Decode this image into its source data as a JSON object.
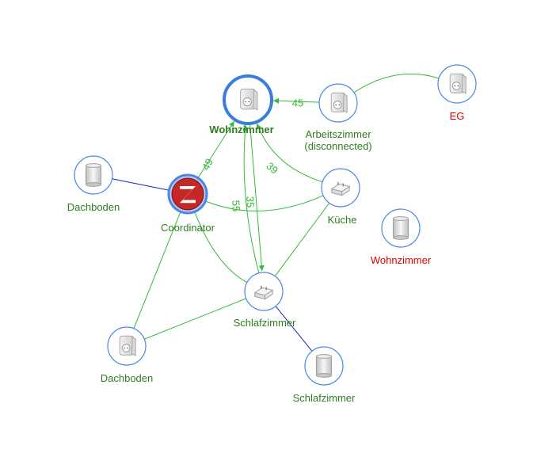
{
  "colors": {
    "online_label": "#2e7d1f",
    "offline_label": "#dd0000",
    "mesh_link": "#33bb33",
    "direct_link": "#1a22cc",
    "node_ring": "#4a86e8",
    "selected_ring": "#3b7ddd",
    "coordinator_badge": "#c62828"
  },
  "nodes": [
    {
      "id": "wohnzimmer-plug",
      "label": "Wohnzimmer",
      "label2": "",
      "icon": "smart-plug-icon",
      "status": "online",
      "selected": true
    },
    {
      "id": "arbeitszimmer-plug",
      "label": "Arbeitszimmer",
      "label2": "(disconnected)",
      "icon": "smart-plug-icon",
      "status": "online"
    },
    {
      "id": "eg-plug",
      "label": "EG",
      "label2": "",
      "icon": "smart-plug-icon",
      "status": "offline"
    },
    {
      "id": "dachboden-sensor",
      "label": "Dachboden",
      "label2": "",
      "icon": "motion-sensor-icon",
      "status": "online"
    },
    {
      "id": "coordinator",
      "label": "Coordinator",
      "label2": "",
      "icon": "zigbee-logo-icon",
      "status": "online"
    },
    {
      "id": "kueche-adapter",
      "label": "Küche",
      "label2": "",
      "icon": "plug-adapter-icon",
      "status": "online"
    },
    {
      "id": "wohnzimmer-sensor",
      "label": "Wohnzimmer",
      "label2": "",
      "icon": "motion-sensor-icon",
      "status": "offline"
    },
    {
      "id": "schlafzimmer-adapter",
      "label": "Schlafzimmer",
      "label2": "",
      "icon": "plug-adapter-icon",
      "status": "online"
    },
    {
      "id": "dachboden-plug",
      "label": "Dachboden",
      "label2": "",
      "icon": "smart-plug-icon",
      "status": "online"
    },
    {
      "id": "schlafzimmer-sensor",
      "label": "Schlafzimmer",
      "label2": "",
      "icon": "motion-sensor-icon",
      "status": "online"
    }
  ],
  "edges": [
    {
      "from": "arbeitszimmer-plug",
      "to": "wohnzimmer-plug",
      "label": "45",
      "type": "mesh",
      "arrow": true
    },
    {
      "from": "eg-plug",
      "to": "arbeitszimmer-plug",
      "label": "",
      "type": "mesh",
      "arrow": false
    },
    {
      "from": "coordinator",
      "to": "wohnzimmer-plug",
      "label": "49",
      "type": "mesh",
      "arrow": true
    },
    {
      "from": "kueche-adapter",
      "to": "wohnzimmer-plug",
      "label": "39",
      "type": "mesh",
      "arrow": true
    },
    {
      "from": "schlafzimmer-adapter",
      "to": "wohnzimmer-plug",
      "label": "55",
      "type": "mesh",
      "arrow": true
    },
    {
      "from": "wohnzimmer-plug",
      "to": "schlafzimmer-adapter",
      "label": "35",
      "type": "mesh",
      "arrow": true
    },
    {
      "from": "dachboden-sensor",
      "to": "coordinator",
      "label": "",
      "type": "direct",
      "arrow": false
    },
    {
      "from": "coordinator",
      "to": "kueche-adapter",
      "label": "",
      "type": "mesh",
      "arrow": false
    },
    {
      "from": "coordinator",
      "to": "schlafzimmer-adapter",
      "label": "",
      "type": "mesh",
      "arrow": false
    },
    {
      "from": "coordinator",
      "to": "dachboden-plug",
      "label": "",
      "type": "mesh",
      "arrow": false
    },
    {
      "from": "kueche-adapter",
      "to": "schlafzimmer-adapter",
      "label": "",
      "type": "mesh",
      "arrow": false
    },
    {
      "from": "dachboden-plug",
      "to": "schlafzimmer-adapter",
      "label": "",
      "type": "mesh",
      "arrow": false
    },
    {
      "from": "schlafzimmer-adapter",
      "to": "schlafzimmer-sensor",
      "label": "",
      "type": "direct",
      "arrow": false
    }
  ]
}
